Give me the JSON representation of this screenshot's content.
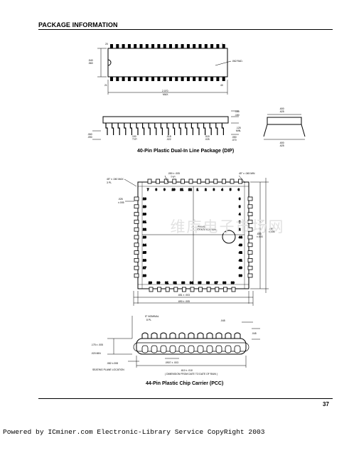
{
  "header": {
    "title": "PACKAGE INFORMATION"
  },
  "dip": {
    "caption": "40-Pin Plastic Dual-In Line Package (DIP)",
    "pin_labels": {
      "p1": "1",
      "p20": "20",
      "p21": "21",
      "p40": "40"
    },
    "dims": {
      "height": ".540\n.560",
      "notch": ".062 RAD.",
      "length": "2.070\nMAX.",
      "lead_top": ".130",
      "lead_a": ".100\nTYP.",
      "lead_b": ".018\n.022",
      "lead_c": ".060\n.090",
      "lead_d": ".015\n.025",
      "lead_e": ".125\nMIN.",
      "lead_f": ".050\n.070",
      "end_top": ".600\n.625",
      "end_bottom": ".600\n.625"
    }
  },
  "pcc": {
    "caption": "44-Pin Plastic Chip Carrier (PCC)",
    "top_pins": [
      "7",
      "8",
      "9",
      "10",
      "11",
      "12",
      "1",
      "2",
      "3",
      "4",
      "5",
      "6"
    ],
    "left_pins": [
      "18",
      "19",
      "20",
      "21",
      "22",
      "23",
      "24",
      "25",
      "26",
      "27",
      "28"
    ],
    "right_pins": [
      "6",
      "5",
      "4",
      "3",
      "2",
      "44",
      "43",
      "42",
      "41",
      "40",
      "39"
    ],
    "bottom_pins": [
      "29",
      "30",
      "31",
      "32",
      "33",
      "34",
      "35",
      "36",
      "37",
      "38",
      "39"
    ],
    "pin1_label": "PIN #1\nIDENTIFICATION",
    "dims": {
      "corner": "45° x .040 MAX\n3 PL",
      "pitch": ".050 ± .005\nTYP.",
      "chamfer": "45° x .045 MIN",
      "lead_w": ".026\n±.005",
      "inner_w": ".651 ± .003",
      "outer_w": ".690 ± .005",
      "side_h": ".653\n±.003",
      "side_h2": ".690\n±.005",
      "nominal": "5° NOMINAL\n8 PL",
      "bot_a": ".045",
      "bot_b": ".045",
      "bot_c": ".175 ± .005",
      "bot_d": ".020 MIN",
      "bot_e": ".0907 ± .003",
      "bot_f": ".082 ±.008",
      "seating": "SEATING PLANE LOCATION",
      "bot_len": ".610 ± .010",
      "bot_note": "( DIMENSION FROM DATE TO DATE OF RAIN )"
    }
  },
  "page_number": "37",
  "watermark": "维库电子市场网",
  "footer": "Powered by ICminer.com Electronic-Library Service CopyRight 2003"
}
